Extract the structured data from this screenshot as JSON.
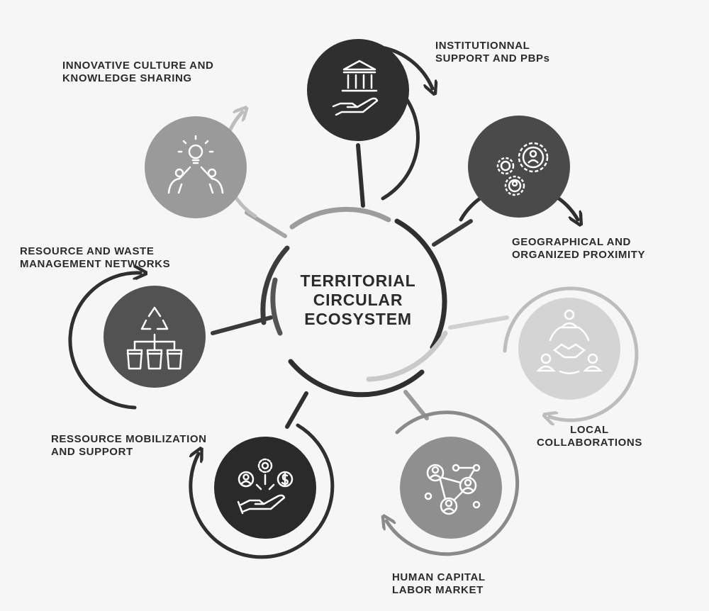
{
  "center": {
    "line1": "TERRITORIAL",
    "line2": "CIRCULAR",
    "line3": "ECOSYSTEM"
  },
  "nodes": [
    {
      "id": "institutional",
      "line1": "INSTITUTIONNAL",
      "line2": "SUPPORT AND PBPs",
      "fill": "#2f2f2f",
      "icon": "bank-hand-icon"
    },
    {
      "id": "geographical",
      "line1": "GEOGRAPHICAL AND",
      "line2": "ORGANIZED PROXIMITY",
      "fill": "#4a4a4a",
      "icon": "gears-people-icon"
    },
    {
      "id": "local",
      "line1": "LOCAL",
      "line2": "COLLABORATIONS",
      "fill": "#d4d4d4",
      "icon": "handshake-network-icon"
    },
    {
      "id": "human",
      "line1": "HUMAN CAPITAL",
      "line2": "LABOR MARKET",
      "fill": "#8f8f8f",
      "icon": "people-network-icon"
    },
    {
      "id": "mobilization",
      "line1": "RESSOURCE MOBILIZATION",
      "line2": "AND SUPPORT",
      "fill": "#2a2a2a",
      "icon": "hand-resources-icon"
    },
    {
      "id": "waste",
      "line1": "RESOURCE AND WASTE",
      "line2": "MANAGEMENT NETWORKS",
      "fill": "#525252",
      "icon": "recycle-bins-icon"
    },
    {
      "id": "innovative",
      "line1": "INNOVATIVE CULTURE AND",
      "line2": "KNOWLEDGE SHARING",
      "fill": "#9a9a9a",
      "icon": "lightbulb-team-icon"
    }
  ]
}
